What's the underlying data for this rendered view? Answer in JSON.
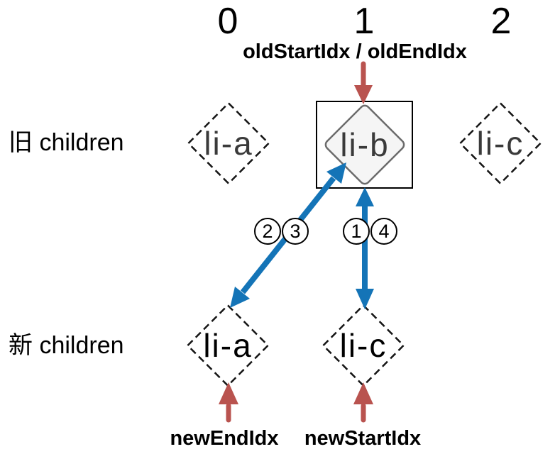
{
  "colors": {
    "red_arrow": "#b9534f",
    "blue_arrow": "#1474b7",
    "node_fill": "#f5f5f5",
    "node_stroke": "#6b6b6b"
  },
  "header": {
    "indices": [
      "0",
      "1",
      "2"
    ],
    "old_pointer_label": "oldStartIdx / oldEndIdx"
  },
  "rows": {
    "old": {
      "label": "旧 children",
      "nodes": [
        "li-a",
        "li-b",
        "li-c"
      ]
    },
    "new": {
      "label": "新 children",
      "nodes": [
        "li-a",
        "li-c"
      ]
    }
  },
  "steps": {
    "left_pair": [
      "2",
      "3"
    ],
    "right_pair": [
      "1",
      "4"
    ]
  },
  "footer": {
    "new_end_label": "newEndIdx",
    "new_start_label": "newStartIdx"
  }
}
